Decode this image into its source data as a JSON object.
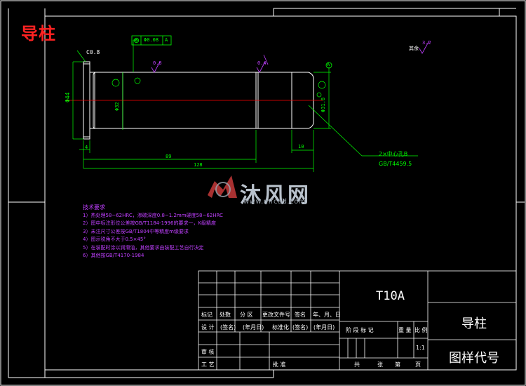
{
  "title_tag": "导柱",
  "drawing": {
    "chamfer": "C0.8",
    "tolerance_frame": {
      "symbol": "◎",
      "value": "Φ0.08",
      "datum": "A"
    },
    "datum_label": "A",
    "roughness_left": "0.8",
    "roughness_mid": "0.4",
    "roughness_other_label": "其余",
    "roughness_other_value": "3.2",
    "dim_left_dia": "Φ44",
    "dim_shaft_dia": "Φ32",
    "dim_right_dia": "Φ31.8",
    "dim_flange": "4",
    "dim_89": "89",
    "dim_128": "128",
    "dim_10": "10",
    "center_hole_1": "2×中心孔B",
    "center_hole_2": "GB/T4459.5"
  },
  "tech_requirements": {
    "title": "技术要求",
    "items": [
      "1）热处理58~62HRC，渗碳深度0.8~1.2mm硬度58~62HRC",
      "2）图中标注形位公差按GB/T1184-1996的要求一，K级精度",
      "3）未注尺寸公差按GB/T1804中等精度m级要求",
      "4）图示锐角不大于0.5×45°",
      "5）在装配时涂以润滑油，其他要求由装配工艺自行决定",
      "6）其他按GB/T4170-1984"
    ]
  },
  "watermark": {
    "brand": "沐风网",
    "url": "www.mfcad.com"
  },
  "title_block": {
    "material": "T10A",
    "part_name": "导柱",
    "drawing_code": "图样代号",
    "scale": "1:1",
    "labels": {
      "biaoji": "标记",
      "chushu": "处数",
      "fenqu": "分  区",
      "gengwen": "更改文件号",
      "qianming": "签名",
      "nianyueri": "年、月、日",
      "sheji": "设  计",
      "qianming_p": "(签名)",
      "nianyueri_p": "(年月日)",
      "biaozhunhua": "标准化",
      "qianming_p2": "(签名)",
      "nianyueri_p2": "(年月日)",
      "jieduan": "阶 段 标 记",
      "zhongliang": "重  量",
      "bili": "比  例",
      "shenhe": "审  核",
      "gongyi": "工  艺",
      "pizhun": "批  准",
      "gong": "共",
      "zhang1": "张",
      "di": "第",
      "zhang2": "页"
    }
  },
  "colors": {
    "background": "#000000",
    "frame": "#ffffff",
    "geometry": "#ffffff",
    "dimension": "#00ff00",
    "center_line": "#ff0000",
    "tech_text": "#c040ff",
    "title_tag": "#ff2222",
    "roughness": "#c040ff"
  }
}
